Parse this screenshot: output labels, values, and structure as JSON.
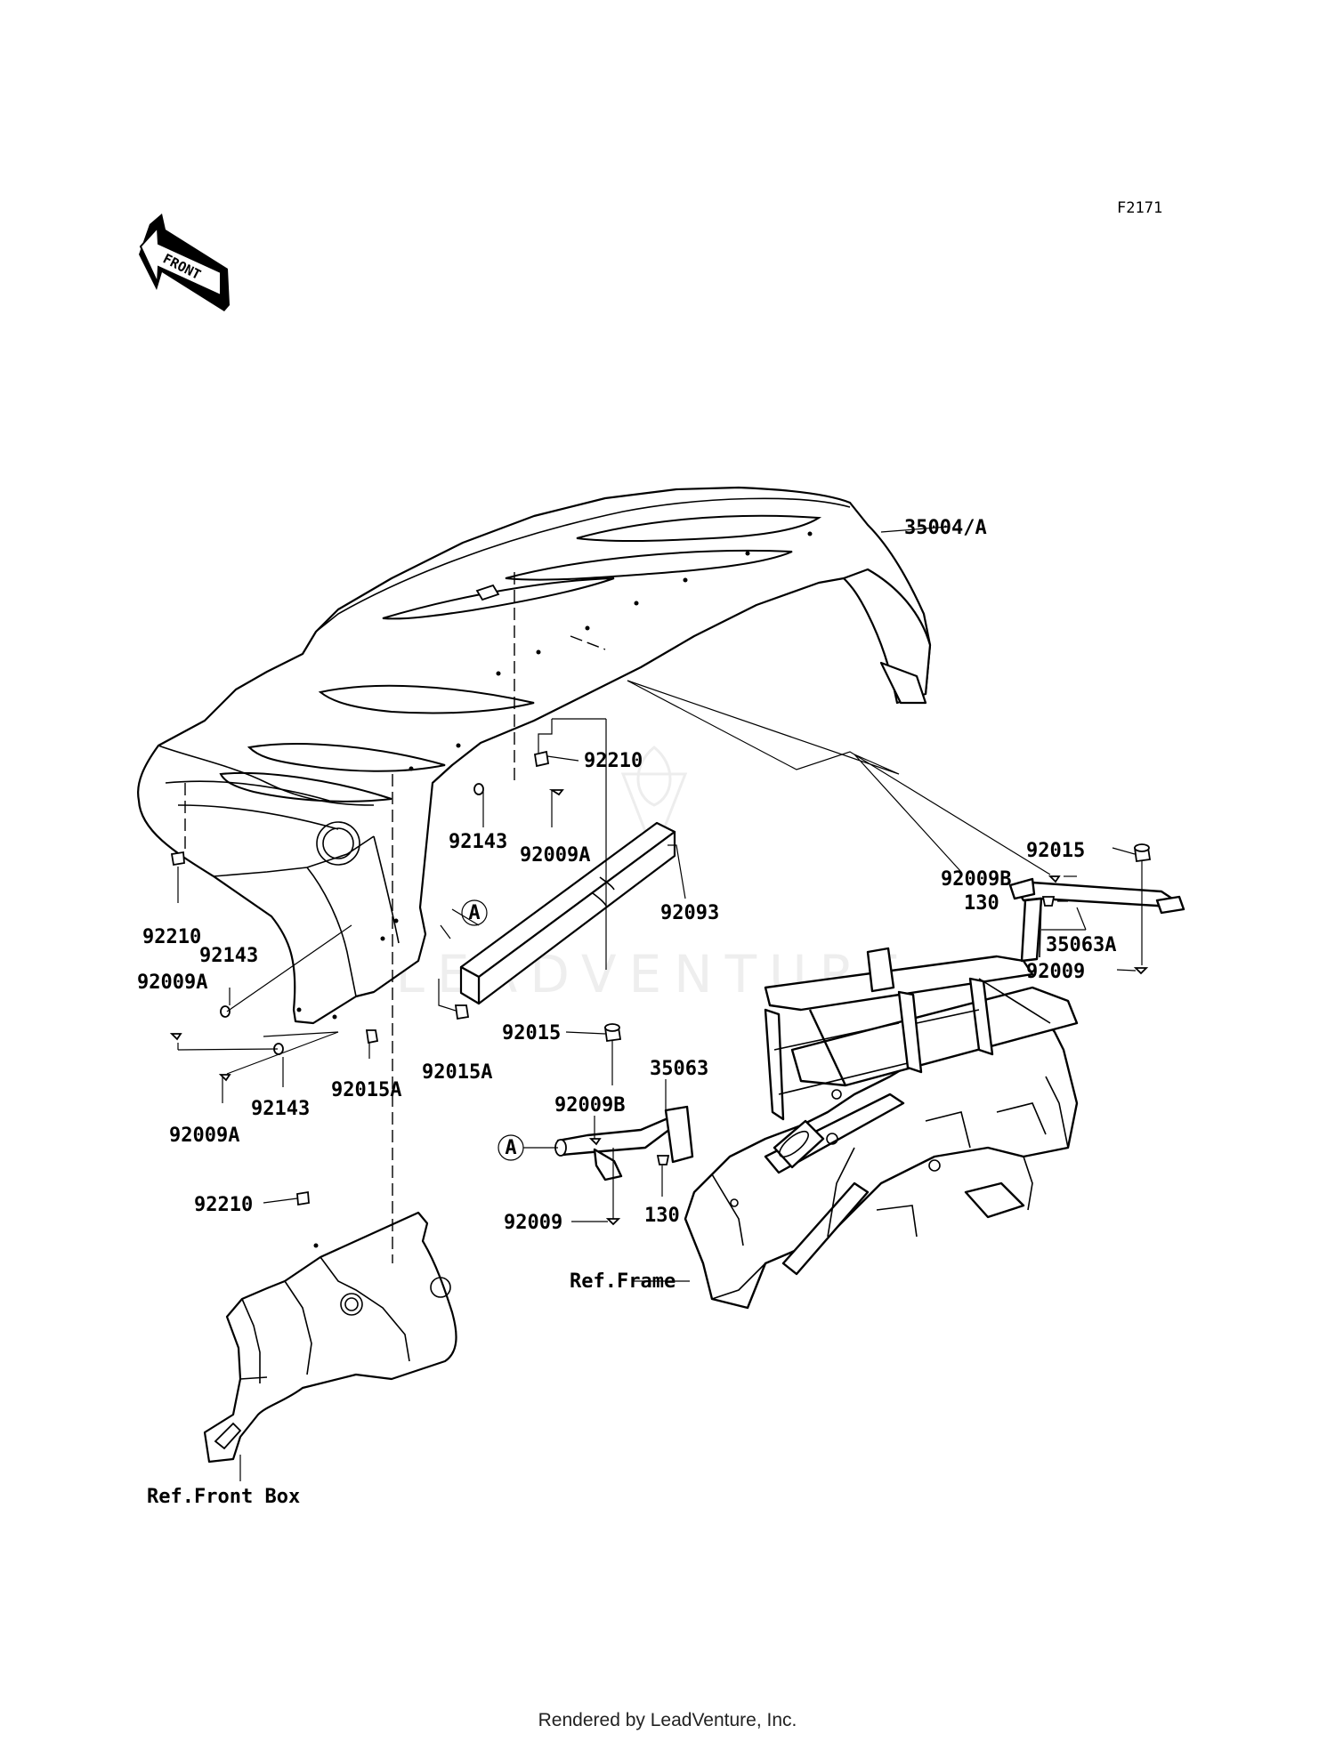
{
  "diagram_code": "F2171",
  "front_arrow_label": "FRONT",
  "labels": {
    "l35004A": "35004/A",
    "l92210a": "92210",
    "l92143a": "92143",
    "l92009Aa": "92009A",
    "l92093": "92093",
    "l92210b": "92210",
    "l92143b": "92143",
    "l92009Ab": "92009A",
    "l92015Aa": "92015A",
    "l92143c": "92143",
    "l92015Ab": "92015A",
    "l92009Ac": "92009A",
    "l92210c": "92210",
    "l92015a": "92015",
    "l92009Ba": "92009B",
    "l130a": "130",
    "l35063A": "35063A",
    "l92009a": "92009",
    "l92015b": "92015",
    "l35063": "35063",
    "l92009Bb": "92009B",
    "l130b": "130",
    "l92009b": "92009"
  },
  "callout_markers": {
    "marker_a1": "A",
    "marker_a2": "A"
  },
  "references": {
    "ref_frame": "Ref.Frame",
    "ref_front_box": "Ref.Front Box"
  },
  "watermark": "LEADVENTURE",
  "footer": "Rendered by LeadVenture, Inc."
}
